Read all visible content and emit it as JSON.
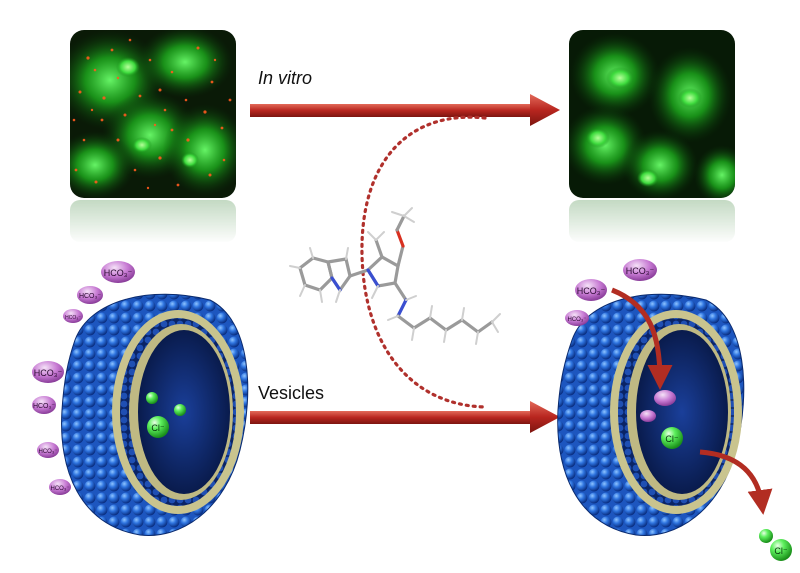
{
  "labels": {
    "in_vitro": "In vitro",
    "vesicles": "Vesicles"
  },
  "ions": {
    "bicarbonate": "HCO₃⁻",
    "chloride": "Cl⁻"
  },
  "colors": {
    "arrow": "#c0302c",
    "membrane_head": "#2d6fd6",
    "membrane_dark": "#0b2a6e",
    "bicarbonate_bubble": "#b45ec2",
    "chloride_bubble": "#4de04d",
    "cell_green": "#22c422",
    "lysosome_orange": "#e0531f",
    "dotted_arc": "#b0302c"
  },
  "icons": {
    "molecule": "transporter-molecule-icon",
    "micrograph_before": "cell-micrograph-before",
    "micrograph_after": "cell-micrograph-after",
    "vesicle_left": "vesicle-cutaway-left",
    "vesicle_right": "vesicle-cutaway-right"
  }
}
